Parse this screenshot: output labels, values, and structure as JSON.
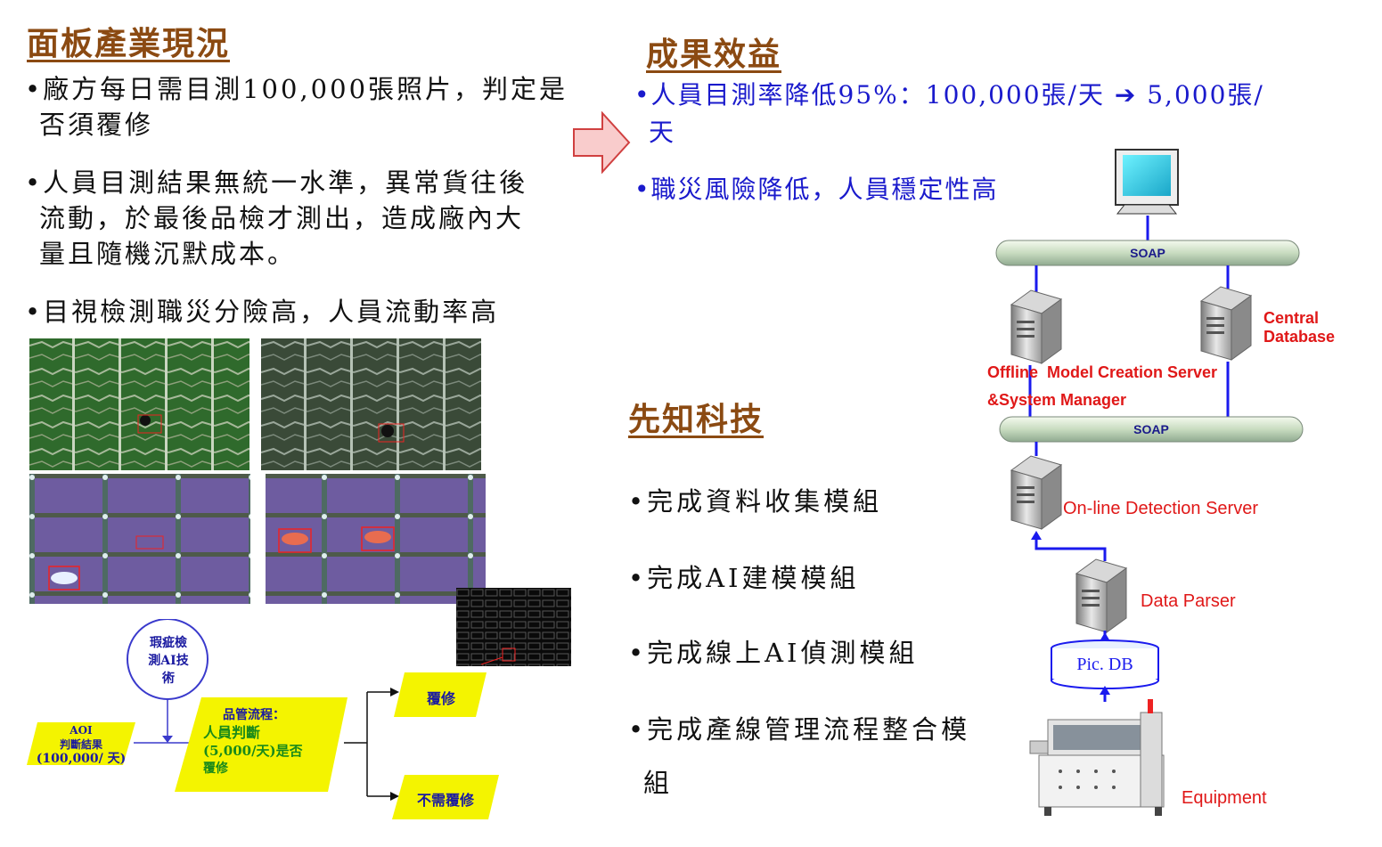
{
  "left": {
    "heading": "面板產業現況",
    "bullets": [
      {
        "line1": "•廠方每日需目測100,000張照片，判定是",
        "line2": "否須覆修",
        "line3": ""
      },
      {
        "line1": "•人員目測結果無統一水準，異常貨往後",
        "line2": "流動，於最後品檢才測出，造成廠內大",
        "line3": "量且隨機沉默成本。"
      },
      {
        "line1": "•目視檢測職災分險高，人員流動率高",
        "line2": "",
        "line3": ""
      }
    ]
  },
  "results": {
    "heading": "成果效益",
    "item1_line1": "•人員目測率降低95%：100,000張/天 ➔ 5,000張/",
    "item1_line2": "天",
    "item2": "•職災風險降低，人員穩定性高"
  },
  "company": {
    "heading": "先知科技",
    "items": [
      "•完成資料收集模組",
      "•完成AI建模模組",
      "•完成線上AI偵測模組",
      "•完成產線管理流程整合模"
    ],
    "item4_cont": "組"
  },
  "flow": {
    "circle_line1": "瑕疵檢",
    "circle_line2": "測AI技",
    "circle_line3": "術",
    "aoi_line1": "AOI",
    "aoi_line2": "判斷結果",
    "aoi_line3": "(100,000/ 天)",
    "qc_line1": "品管流程：",
    "qc_line2": "人員判斷",
    "qc_line3": "(5,000/天)是否",
    "qc_line4": "覆修",
    "repair": "覆修",
    "no_repair": "不需覆修"
  },
  "architecture": {
    "soap_top": "SOAP",
    "soap_mid": "SOAP",
    "central_db_line1": "Central",
    "central_db_line2": "Database",
    "offline_line1": "Offline  Model Creation Server",
    "offline_line2": "&System Manager",
    "online": "On-line Detection Server",
    "parser": "Data Parser",
    "picdb": "Pic. DB",
    "equipment": "Equipment"
  },
  "colors": {
    "heading": "#8b4a12",
    "blue_text": "#1a1acc",
    "red_label": "#e01818",
    "flow_yellow": "#f4f400",
    "arrow_fill": "#f8c8c8"
  }
}
